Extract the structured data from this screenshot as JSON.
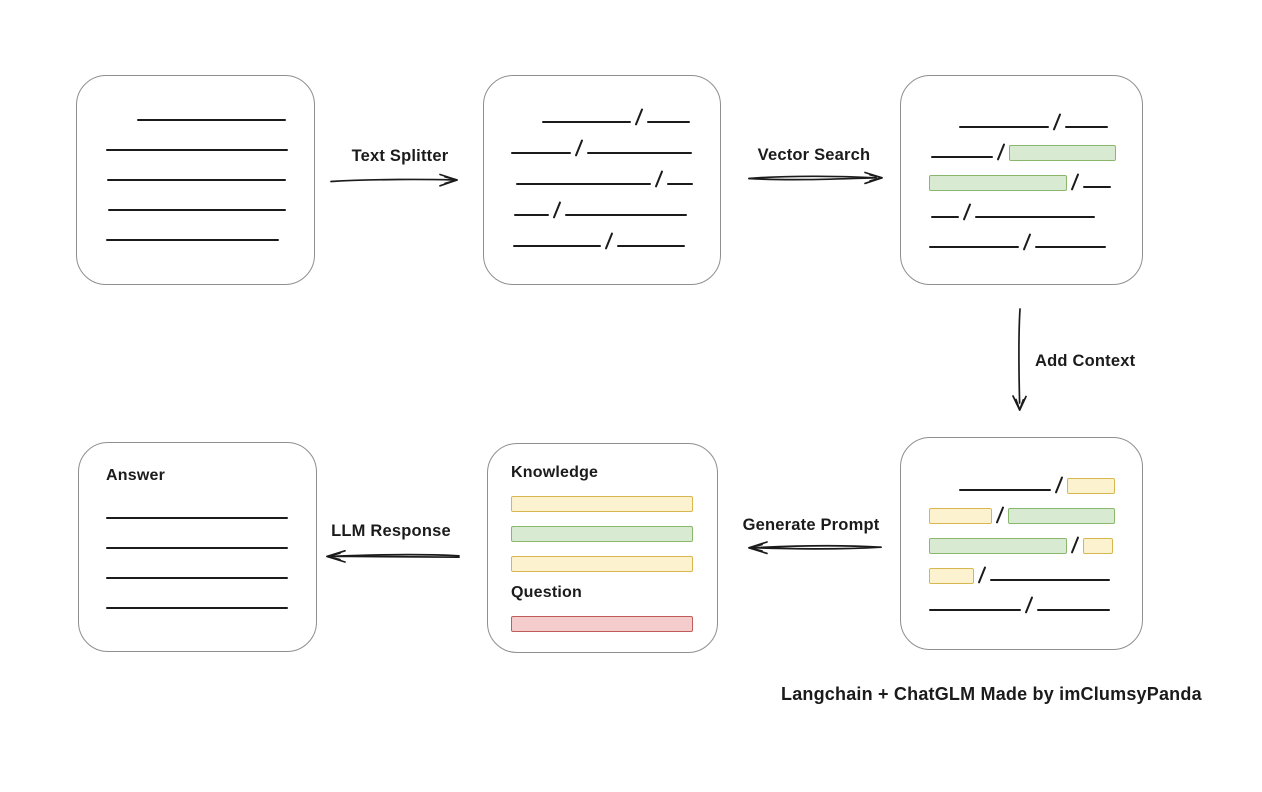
{
  "canvas": {
    "background": "#ffffff"
  },
  "caption": "Langchain + ChatGLM Made by imClumsyPanda",
  "colors": {
    "canvas_bg": "#ffffff",
    "ink": "#1b1b1b",
    "box_border": "#8f8f8f",
    "box_fill": "#ffffff",
    "green_fill": "#d9ead3",
    "green_border": "#89b76c",
    "yellow_fill": "#fdf2cf",
    "yellow_border": "#d8b74e",
    "red_fill": "#f4cccc",
    "red_border": "#c15c5c"
  },
  "labels": {
    "text_splitter": "Text Splitter",
    "vector_search": "Vector Search",
    "add_context": "Add Context",
    "generate_prompt": "Generate Prompt",
    "llm_response": "LLM Response",
    "knowledge": "Knowledge",
    "question": "Question",
    "answer": "Answer"
  },
  "arrows": [
    {
      "name": "text-splitter-arrow",
      "direction": "right",
      "label": "Text Splitter"
    },
    {
      "name": "vector-search-arrow",
      "direction": "right",
      "label": "Vector Search"
    },
    {
      "name": "add-context-arrow",
      "direction": "down",
      "label": "Add Context"
    },
    {
      "name": "generate-prompt-arrow",
      "direction": "left",
      "label": "Generate Prompt"
    },
    {
      "name": "llm-response-arrow",
      "direction": "left",
      "label": "LLM Response"
    }
  ],
  "boxes": {
    "document": {
      "rows": [
        [
          {
            "t": "gap",
            "w": 60
          },
          {
            "t": "line",
            "w": 149
          }
        ],
        [
          {
            "t": "gap",
            "w": 29
          },
          {
            "t": "line",
            "w": 182
          }
        ],
        [
          {
            "t": "gap",
            "w": 30
          },
          {
            "t": "line",
            "w": 179
          }
        ],
        [
          {
            "t": "gap",
            "w": 31
          },
          {
            "t": "line",
            "w": 178
          }
        ],
        [
          {
            "t": "gap",
            "w": 29
          },
          {
            "t": "line",
            "w": 173
          }
        ]
      ]
    },
    "chunks": {
      "rows": [
        [
          {
            "t": "gap",
            "w": 58
          },
          {
            "t": "line",
            "w": 89
          },
          {
            "t": "slash"
          },
          {
            "t": "line",
            "w": 43
          }
        ],
        [
          {
            "t": "gap",
            "w": 27
          },
          {
            "t": "line",
            "w": 60
          },
          {
            "t": "slash"
          },
          {
            "t": "line",
            "w": 105
          }
        ],
        [
          {
            "t": "gap",
            "w": 32
          },
          {
            "t": "line",
            "w": 135
          },
          {
            "t": "slash"
          },
          {
            "t": "line",
            "w": 26
          }
        ],
        [
          {
            "t": "gap",
            "w": 30
          },
          {
            "t": "line",
            "w": 35
          },
          {
            "t": "slash"
          },
          {
            "t": "line",
            "w": 122
          }
        ],
        [
          {
            "t": "gap",
            "w": 29
          },
          {
            "t": "line",
            "w": 88
          },
          {
            "t": "slash"
          },
          {
            "t": "line",
            "w": 68
          }
        ]
      ]
    },
    "vector_matches": {
      "rows": [
        [
          {
            "t": "gap",
            "w": 58
          },
          {
            "t": "line",
            "w": 90
          },
          {
            "t": "slash"
          },
          {
            "t": "line",
            "w": 43
          }
        ],
        [
          {
            "t": "gap",
            "w": 30
          },
          {
            "t": "line",
            "w": 62
          },
          {
            "t": "slash"
          },
          {
            "t": "bar",
            "c": "green",
            "w": 107
          }
        ],
        [
          {
            "t": "gap",
            "w": 28
          },
          {
            "t": "bar",
            "c": "green",
            "w": 138
          },
          {
            "t": "slash"
          },
          {
            "t": "line",
            "w": 28
          }
        ],
        [
          {
            "t": "gap",
            "w": 30
          },
          {
            "t": "line",
            "w": 28
          },
          {
            "t": "slash"
          },
          {
            "t": "line",
            "w": 120
          }
        ],
        [
          {
            "t": "gap",
            "w": 28
          },
          {
            "t": "line",
            "w": 90
          },
          {
            "t": "slash"
          },
          {
            "t": "line",
            "w": 71
          }
        ]
      ]
    },
    "context_chunks": {
      "rows": [
        [
          {
            "t": "gap",
            "w": 58
          },
          {
            "t": "line",
            "w": 92
          },
          {
            "t": "slash"
          },
          {
            "t": "bar",
            "c": "yellow",
            "w": 48
          }
        ],
        [
          {
            "t": "gap",
            "w": 28
          },
          {
            "t": "bar",
            "c": "yellow",
            "w": 63
          },
          {
            "t": "slash"
          },
          {
            "t": "bar",
            "c": "green",
            "w": 107
          }
        ],
        [
          {
            "t": "gap",
            "w": 28
          },
          {
            "t": "bar",
            "c": "green",
            "w": 138
          },
          {
            "t": "slash"
          },
          {
            "t": "bar",
            "c": "yellow",
            "w": 30
          }
        ],
        [
          {
            "t": "gap",
            "w": 28
          },
          {
            "t": "bar",
            "c": "yellow",
            "w": 45
          },
          {
            "t": "slash"
          },
          {
            "t": "line",
            "w": 120
          }
        ],
        [
          {
            "t": "gap",
            "w": 28
          },
          {
            "t": "line",
            "w": 92
          },
          {
            "t": "slash"
          },
          {
            "t": "line",
            "w": 73
          }
        ]
      ]
    },
    "prompt": {
      "knowledge_bars": [
        "yellow",
        "green",
        "yellow"
      ],
      "question_bars": [
        "red"
      ]
    },
    "answer": {
      "rows": [
        [
          {
            "t": "gap",
            "w": 27
          },
          {
            "t": "line",
            "w": 182
          }
        ],
        [
          {
            "t": "gap",
            "w": 27
          },
          {
            "t": "line",
            "w": 182
          }
        ],
        [
          {
            "t": "gap",
            "w": 27
          },
          {
            "t": "line",
            "w": 182
          }
        ],
        [
          {
            "t": "gap",
            "w": 27
          },
          {
            "t": "line",
            "w": 182
          }
        ]
      ]
    }
  }
}
